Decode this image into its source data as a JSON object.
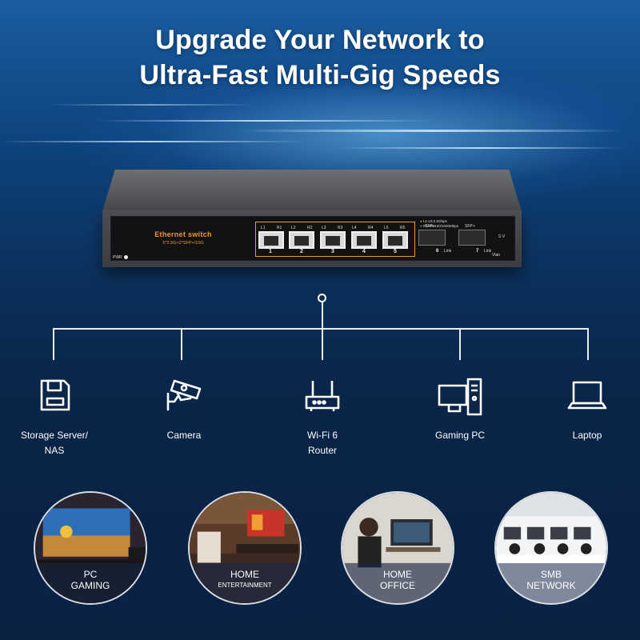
{
  "headline": {
    "line1": "Upgrade Your Network to",
    "line2": "Ultra-Fast Multi-Gig Speeds"
  },
  "switch": {
    "brand_name": "Ethernet switch",
    "brand_spec": "5*2.5G+2*SFP+/10G",
    "pwr_label": "PWR",
    "led_labels": [
      "L1",
      "R1",
      "L2",
      "R2",
      "L3",
      "R3",
      "L4",
      "R4",
      "L5",
      "R5"
    ],
    "port_numbers": [
      "1",
      "2",
      "3",
      "4",
      "5"
    ],
    "legend_line1": "L1-L5:2.5Gbps",
    "legend_line2": "R1-R5:100/1000Mbps",
    "sfp_label": "SFP+",
    "sfp_numbers": [
      "6",
      "7"
    ],
    "link_label": "Link",
    "sv_label": "S  V",
    "vlan_label": "Vlan"
  },
  "devices": [
    {
      "icon": "storage-icon",
      "label_line1": "Storage Server/",
      "label_line2": "NAS"
    },
    {
      "icon": "camera-icon",
      "label_line1": "Camera",
      "label_line2": ""
    },
    {
      "icon": "router-icon",
      "label_line1": "Wi-Fi 6",
      "label_line2": "Router"
    },
    {
      "icon": "desktop-pc-icon",
      "label_line1": "Gaming PC",
      "label_line2": ""
    },
    {
      "icon": "laptop-icon",
      "label_line1": "Laptop",
      "label_line2": ""
    }
  ],
  "scenes": [
    {
      "line1": "PC",
      "line2": "GAMING",
      "small": false
    },
    {
      "line1": "HOME",
      "line2": "ENTERTAINMENT",
      "small": true
    },
    {
      "line1": "HOME",
      "line2": "OFFICE",
      "small": false
    },
    {
      "line1": "SMB",
      "line2": "NETWORK",
      "small": false
    }
  ],
  "colors": {
    "accent_orange": "#e89a32",
    "background_navy": "#0a2346",
    "line_white": "#e8eef6"
  }
}
